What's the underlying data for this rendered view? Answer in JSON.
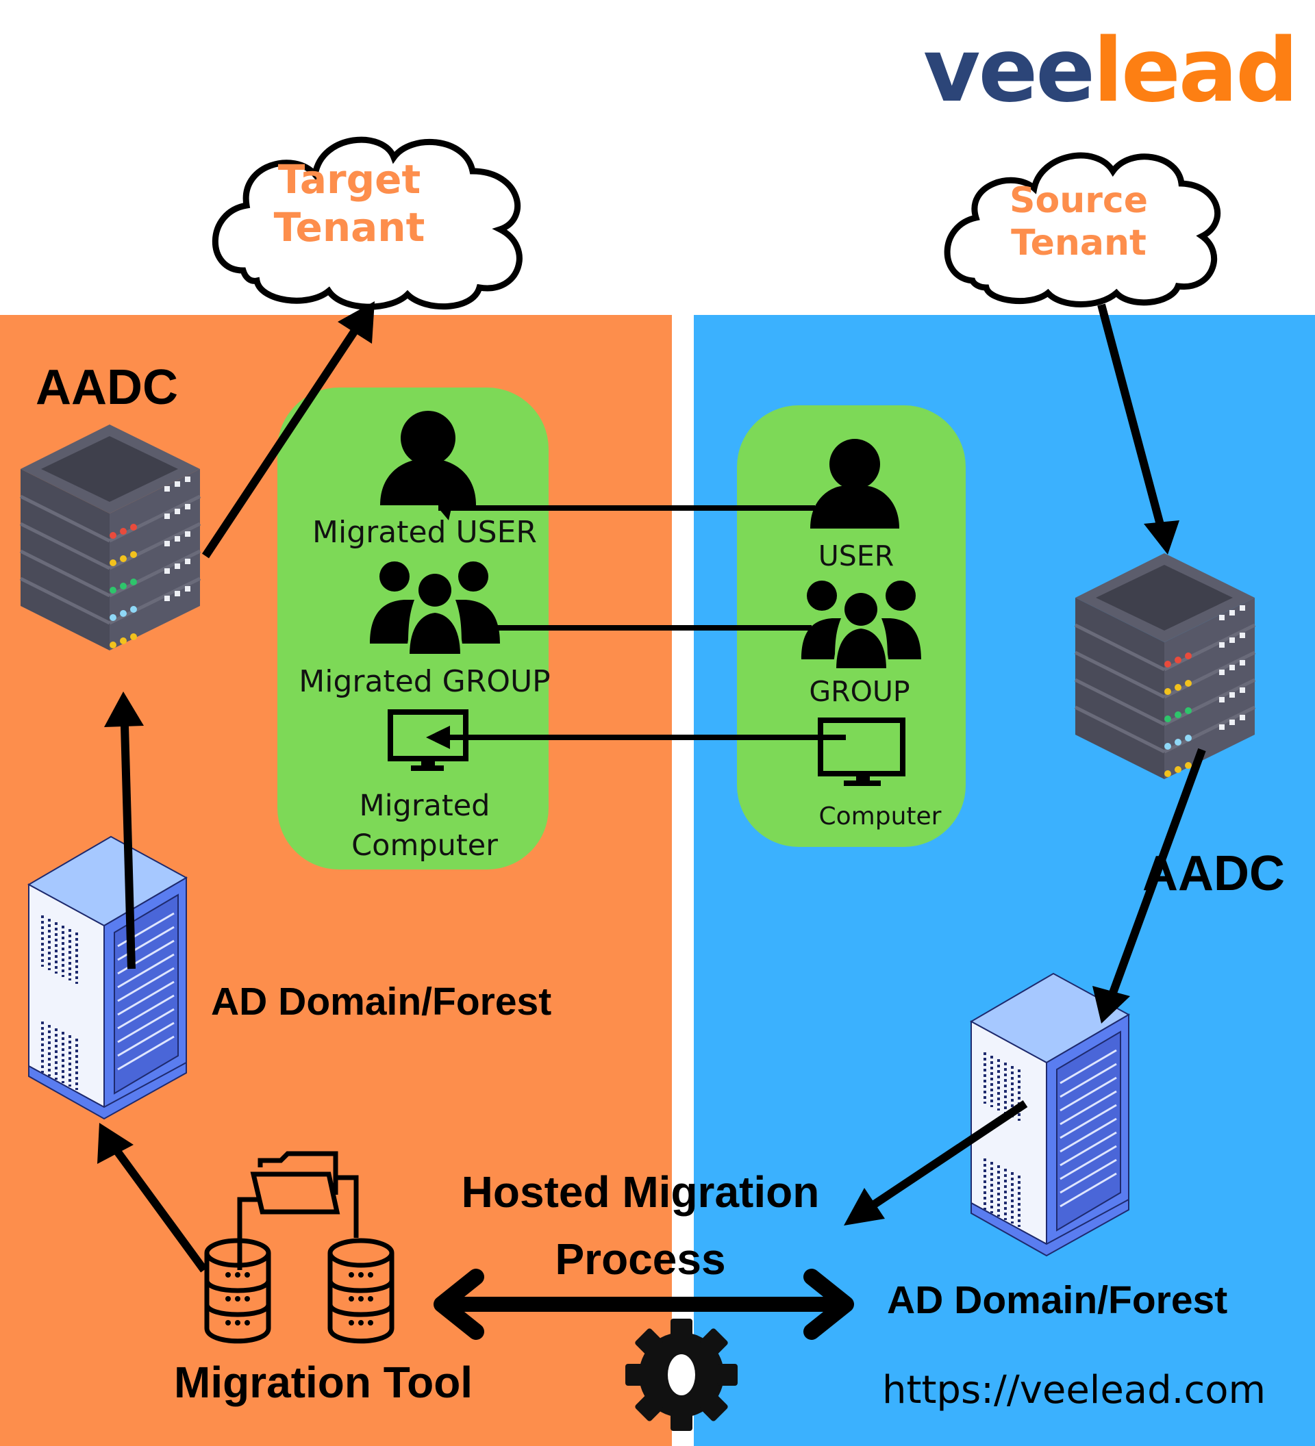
{
  "brand": {
    "logo_part1": "vee",
    "logo_part2": "lead",
    "logo_color1": "#2c4578",
    "logo_color2": "#fd7f13",
    "url": "https://veelead.com"
  },
  "colors": {
    "target_side": "#fd8e4c",
    "source_side": "#3bb1fe",
    "object_box": "#7dd957",
    "cloud_text": "#fd8e4c"
  },
  "clouds": {
    "target": {
      "line1": "Target",
      "line2": "Tenant"
    },
    "source": {
      "line1": "Source",
      "line2": "Tenant"
    }
  },
  "target_side": {
    "aadc_label": "AADC",
    "ad_label": "AD Domain/Forest",
    "objects": [
      {
        "icon": "user-icon",
        "label": "Migrated USER"
      },
      {
        "icon": "group-icon",
        "label": "Migrated GROUP"
      },
      {
        "icon": "computer-icon",
        "label_line1": "Migrated",
        "label_line2": "Computer"
      }
    ]
  },
  "source_side": {
    "aadc_label": "AADC",
    "ad_label": "AD Domain/Forest",
    "objects": [
      {
        "icon": "user-icon",
        "label": "USER"
      },
      {
        "icon": "group-icon",
        "label": "GROUP"
      },
      {
        "icon": "computer-icon",
        "label": "Computer"
      }
    ]
  },
  "migration": {
    "tool_label": "Migration Tool",
    "process_line1": "Hosted Migration",
    "process_line2": "Process",
    "icons": [
      "database-icon",
      "folder-icon",
      "gear-icon",
      "double-arrow-icon"
    ]
  }
}
